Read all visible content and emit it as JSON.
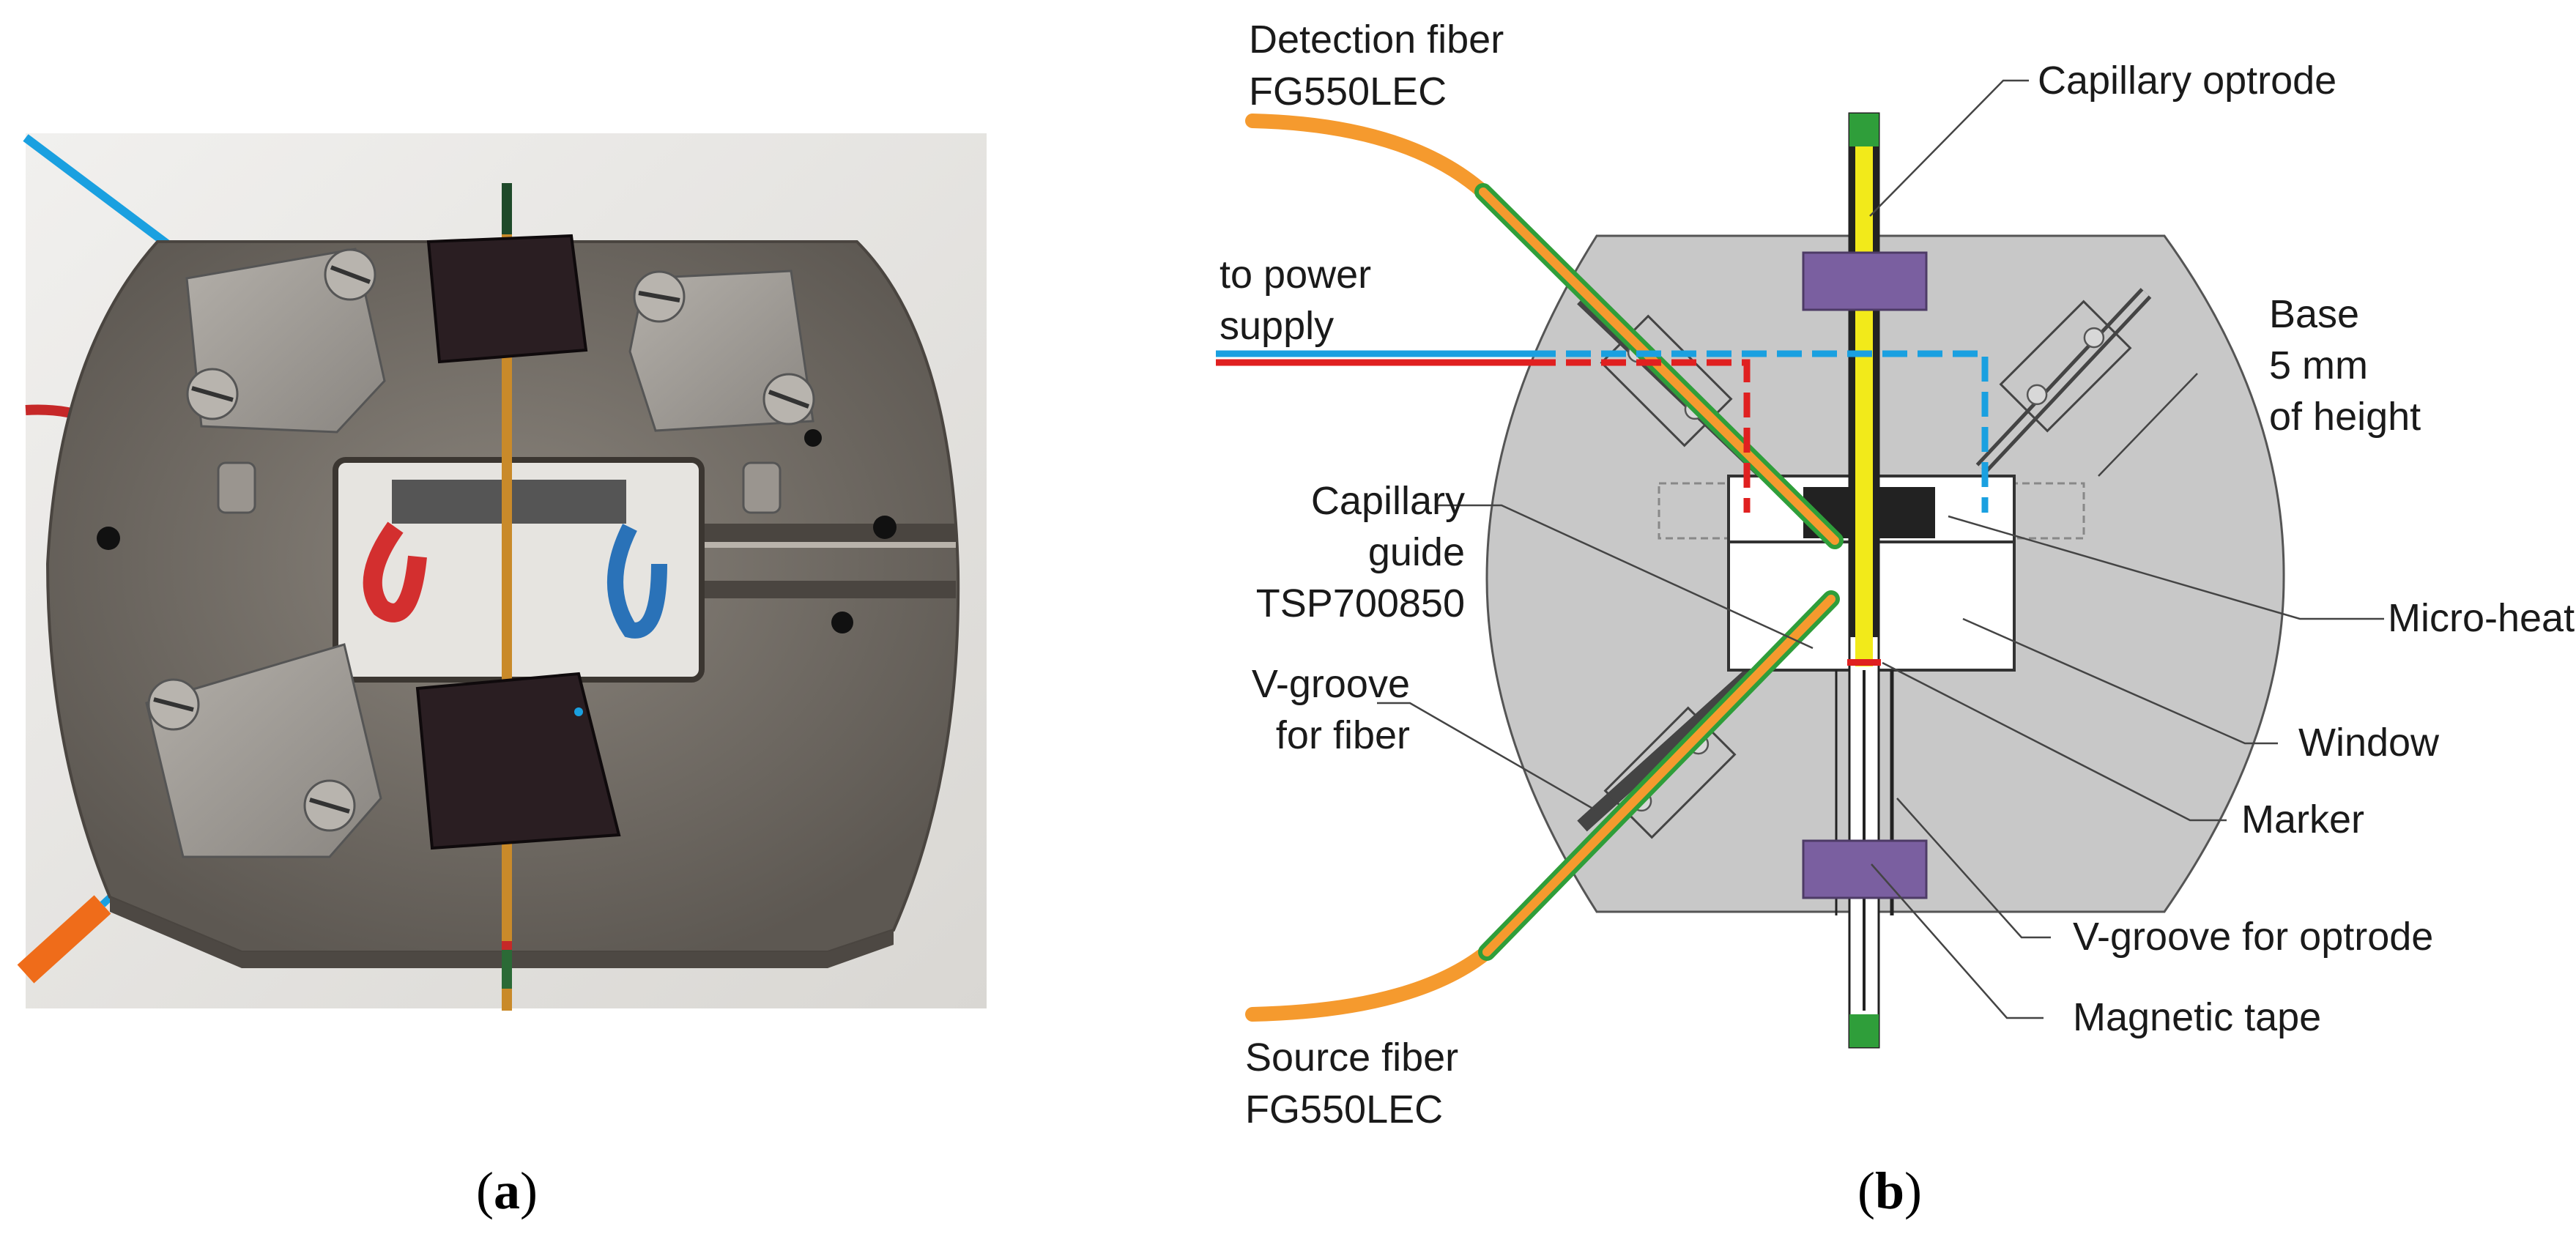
{
  "panel_a": {
    "caption_open": "(",
    "caption_letter": "a",
    "caption_close": ")"
  },
  "panel_b": {
    "caption_open": "(",
    "caption_letter": "b",
    "caption_close": ")",
    "labels": {
      "detection_fiber_1": "Detection fiber",
      "detection_fiber_2": "FG550LEC",
      "power_1": "to power",
      "power_2": "supply",
      "capillary_guide_1": "Capillary",
      "capillary_guide_2": "guide",
      "capillary_guide_3": "TSP700850",
      "vgroove_fiber_1": "V-groove",
      "vgroove_fiber_2": "for fiber",
      "source_fiber_1": "Source fiber",
      "source_fiber_2": "FG550LEC",
      "capillary_optrode": "Capillary optrode",
      "base_1": "Base",
      "base_2": "5 mm",
      "base_3": "of height",
      "micro_heater": "Micro-heater",
      "window": "Window",
      "marker": "Marker",
      "vgroove_optrode": "V-groove for optrode",
      "magnetic_tape": "Magnetic tape"
    }
  },
  "colors": {
    "fiber_orange": "#f59a2e",
    "fiber_green": "#2f9e3a",
    "power_blue": "#1aa0e0",
    "power_red": "#e02020",
    "optrode_yellow": "#f2ea1a",
    "magnet_purple": "#7a5fa0",
    "base_gray": "#c8c8c8"
  }
}
